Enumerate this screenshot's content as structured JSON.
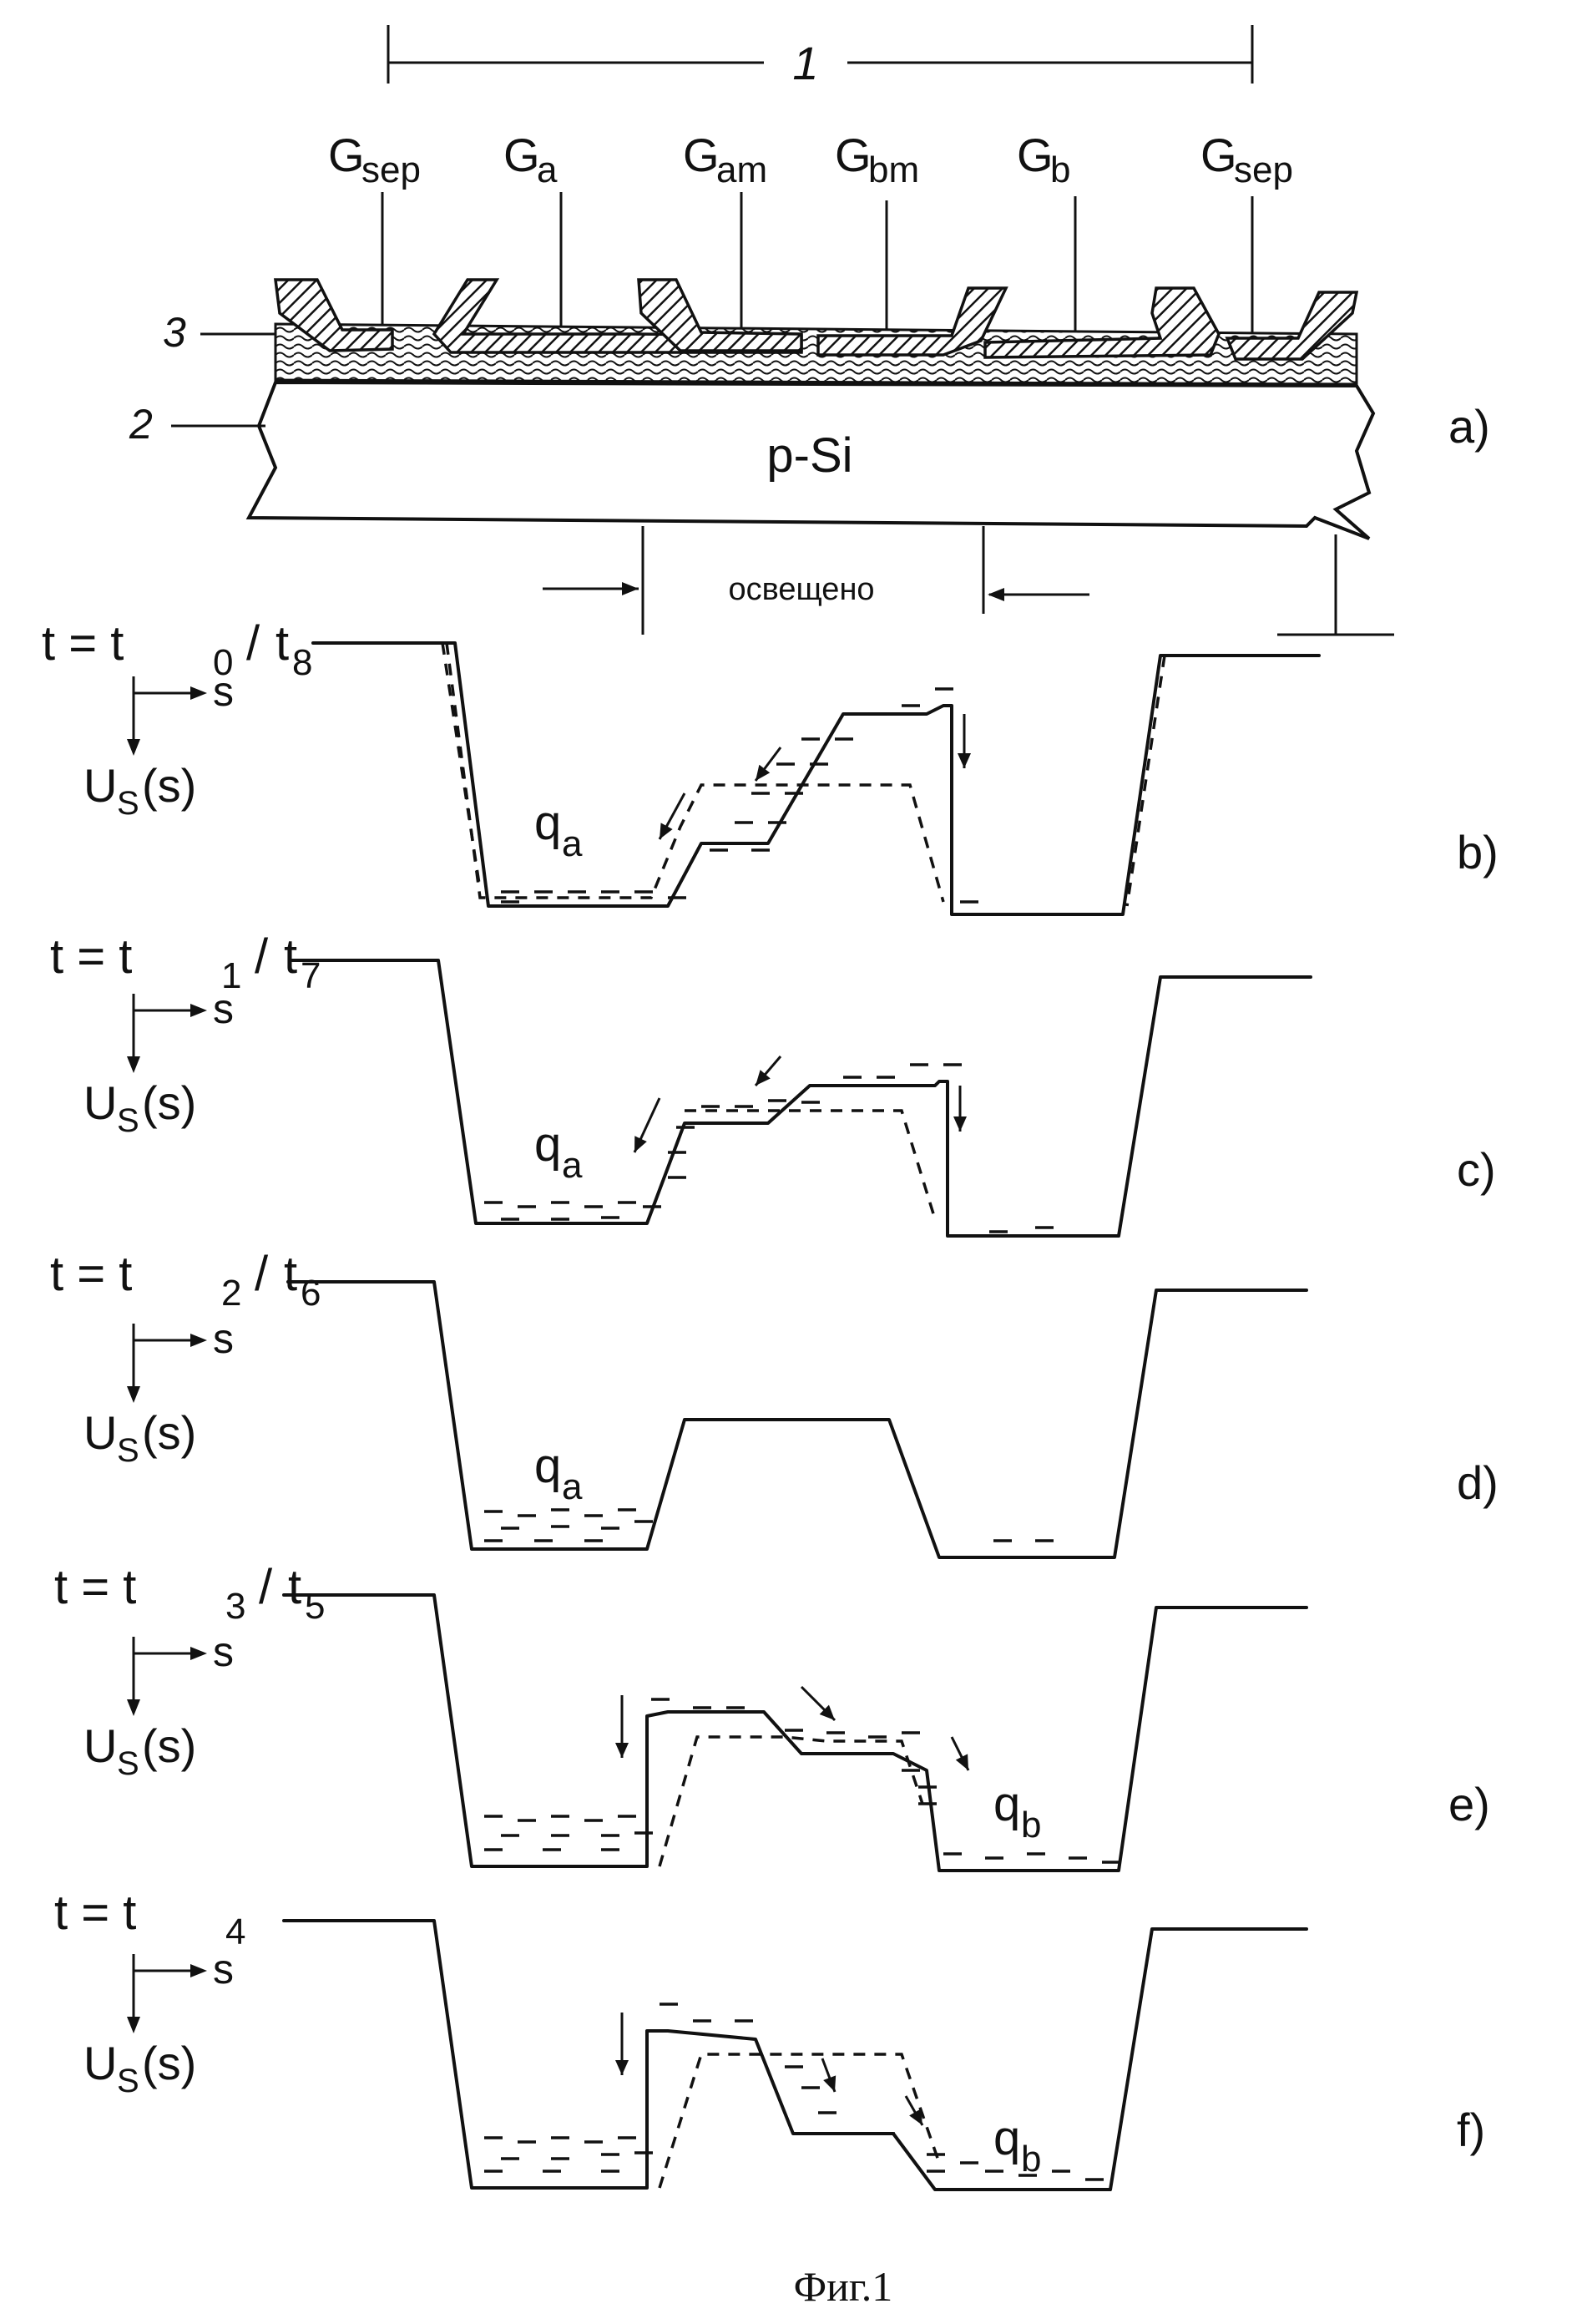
{
  "structure": {
    "ref_1": "1",
    "ref_2": "2",
    "ref_3": "3",
    "substrate": "p-Si",
    "illuminated": "освещено",
    "panel": "a)",
    "gates": [
      {
        "main": "G",
        "sub": "sep"
      },
      {
        "main": "G",
        "sub": "a"
      },
      {
        "main": "G",
        "sub": "am"
      },
      {
        "main": "G",
        "sub": "bm"
      },
      {
        "main": "G",
        "sub": "b"
      },
      {
        "main": "G",
        "sub": "sep"
      }
    ]
  },
  "axis": {
    "s": "s",
    "u_main": "U",
    "u_sub": "S",
    "u_arg": "(s)"
  },
  "panels": [
    {
      "panel": "b)",
      "t1": "0",
      "t2": "8",
      "charge": "q",
      "charge_sub": "a"
    },
    {
      "panel": "c)",
      "t1": "1",
      "t2": "7",
      "charge": "q",
      "charge_sub": "a"
    },
    {
      "panel": "d)",
      "t1": "2",
      "t2": "6",
      "charge": "q",
      "charge_sub": "a"
    },
    {
      "panel": "e)",
      "t1": "3",
      "t2": "5",
      "charge": "q",
      "charge_sub": "b"
    },
    {
      "panel": "f)",
      "t1": "4",
      "t2": "",
      "charge": "q",
      "charge_sub": "b"
    }
  ],
  "time_prefix": "t = t",
  "caption": "Фиг.1"
}
